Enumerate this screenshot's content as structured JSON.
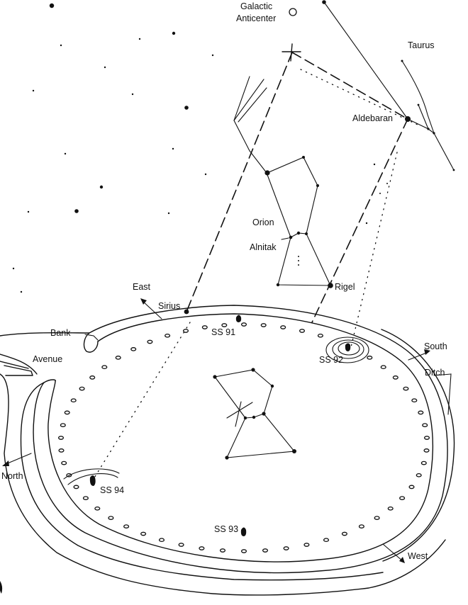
{
  "labels": {
    "galactic_anticenter_line1": "Galactic",
    "galactic_anticenter_line2": "Anticenter",
    "taurus": "Taurus",
    "aldebaran": "Aldebaran",
    "orion": "Orion",
    "alnitak": "Alnitak",
    "rigel": "Rigel",
    "sirius": "Sirius",
    "east": "East",
    "bank": "Bank",
    "avenue": "Avenue",
    "south": "South",
    "ditch": "Ditch",
    "north": "North",
    "west": "West",
    "ss91": "SS 91",
    "ss92": "SS 92",
    "ss93": "SS 93",
    "ss94": "SS 94"
  },
  "colors": {
    "ink": "#111111",
    "paper": "#ffffff"
  }
}
